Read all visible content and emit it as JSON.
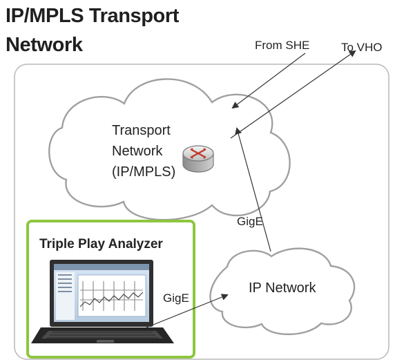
{
  "title": {
    "line1": "IP/MPLS Transport",
    "line2": "Network"
  },
  "external_labels": {
    "from": "From SHE",
    "to": "To VHO"
  },
  "transport_cloud": {
    "line1": "Transport",
    "line2": "Network",
    "line3": "(IP/MPLS)"
  },
  "ip_cloud": {
    "label": "IP Network"
  },
  "analyzer_box": {
    "label": "Triple Play Analyzer"
  },
  "links": {
    "upper": "GigE",
    "lower": "GigE"
  },
  "colors": {
    "analyzer_border": "#8dc63f",
    "outer_frame": "#b8b8b8",
    "cloud_outline": "#a0a0a0",
    "router_accent": "#c0392b"
  },
  "icons": {
    "router": "router-icon",
    "analyzer": "laptop-icon"
  }
}
